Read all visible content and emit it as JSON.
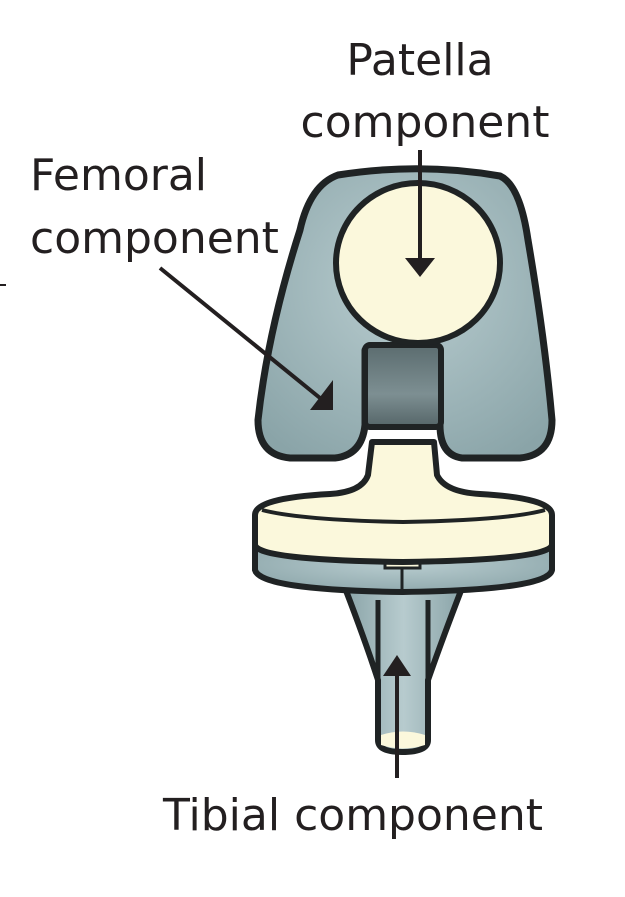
{
  "labels": {
    "patella_line1": "Patella",
    "patella_line2": "component",
    "femoral_line1": "Femoral",
    "femoral_line2": "component",
    "tibial": "Tibial component"
  },
  "colors": {
    "metal": "#8fa9ad",
    "metal_light": "#b9cdd0",
    "metal_dark": "#4f6063",
    "poly": "#fbf8dc",
    "outline": "#1f2324"
  }
}
